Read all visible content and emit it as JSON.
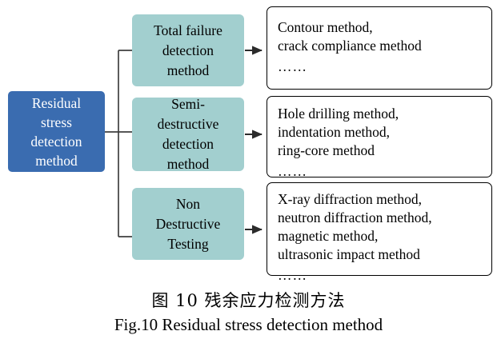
{
  "figure": {
    "root": {
      "label_lines": [
        "Residual",
        "stress",
        "detection",
        "method"
      ],
      "color": "#3a6cb0",
      "text_color": "#ffffff"
    },
    "branches": [
      {
        "category_lines": [
          "Total failure",
          "detection",
          "method"
        ],
        "category_color": "#a2cfcf",
        "methods_lines": [
          "Contour method,",
          "crack compliance method"
        ],
        "ellipsis": "……"
      },
      {
        "category_lines": [
          "Semi-",
          "destructive",
          "detection",
          "method"
        ],
        "category_color": "#a2cfcf",
        "methods_lines": [
          "Hole drilling method,",
          "indentation method,",
          "ring-core method"
        ],
        "ellipsis": "……"
      },
      {
        "category_lines": [
          "Non",
          "Destructive",
          "Testing"
        ],
        "category_color": "#a2cfcf",
        "methods_lines": [
          "X-ray diffraction method,",
          "neutron diffraction method,",
          "magnetic method,",
          "ultrasonic impact method"
        ],
        "ellipsis": "……"
      }
    ],
    "connector_color": "#3f3f3f",
    "leaf_border_color": "#000000"
  },
  "caption": {
    "chinese": "图 10  残余应力检测方法",
    "english": "Fig.10 Residual stress detection method"
  }
}
